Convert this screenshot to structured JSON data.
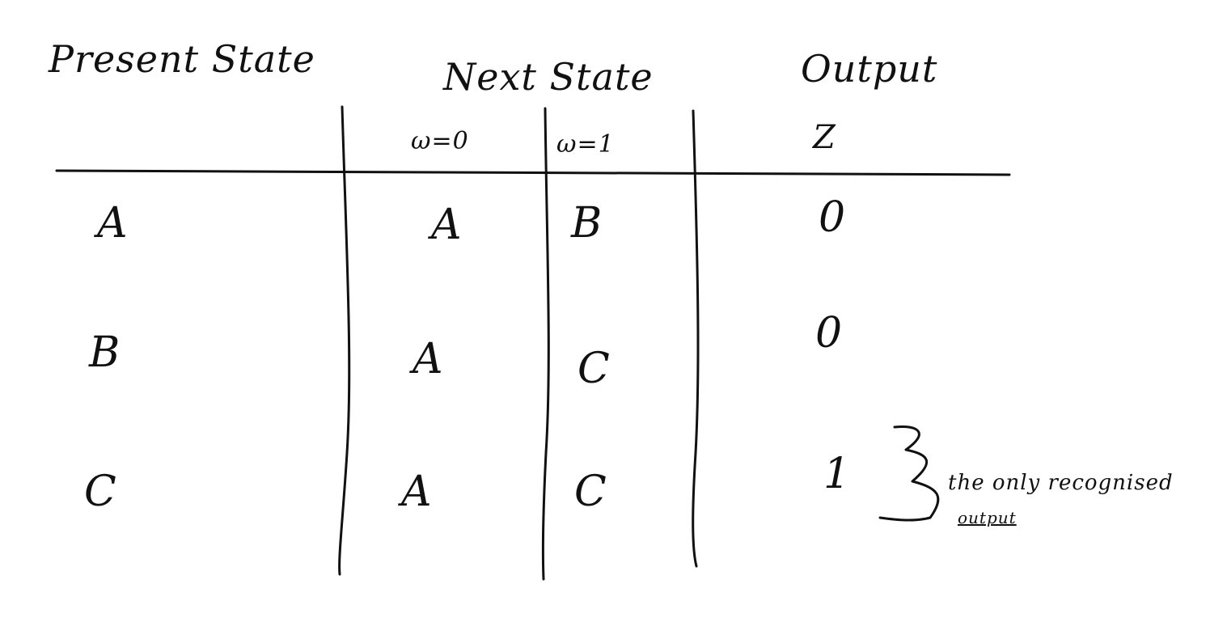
{
  "table": {
    "headers": {
      "present_state": "Present State",
      "next_state": "Next State",
      "output": "Output"
    },
    "subheaders": {
      "w0": "ω=0",
      "w1": "ω=1",
      "z": "Z"
    },
    "rows": [
      {
        "present": "A",
        "next_w0": "A",
        "next_w1": "B",
        "output": "0"
      },
      {
        "present": "B",
        "next_w0": "A",
        "next_w1": "C",
        "output": "0"
      },
      {
        "present": "C",
        "next_w0": "A",
        "next_w1": "C",
        "output": "1"
      }
    ]
  },
  "annotation": {
    "brace": "}",
    "text": "the only recognised",
    "underlined": "output"
  }
}
